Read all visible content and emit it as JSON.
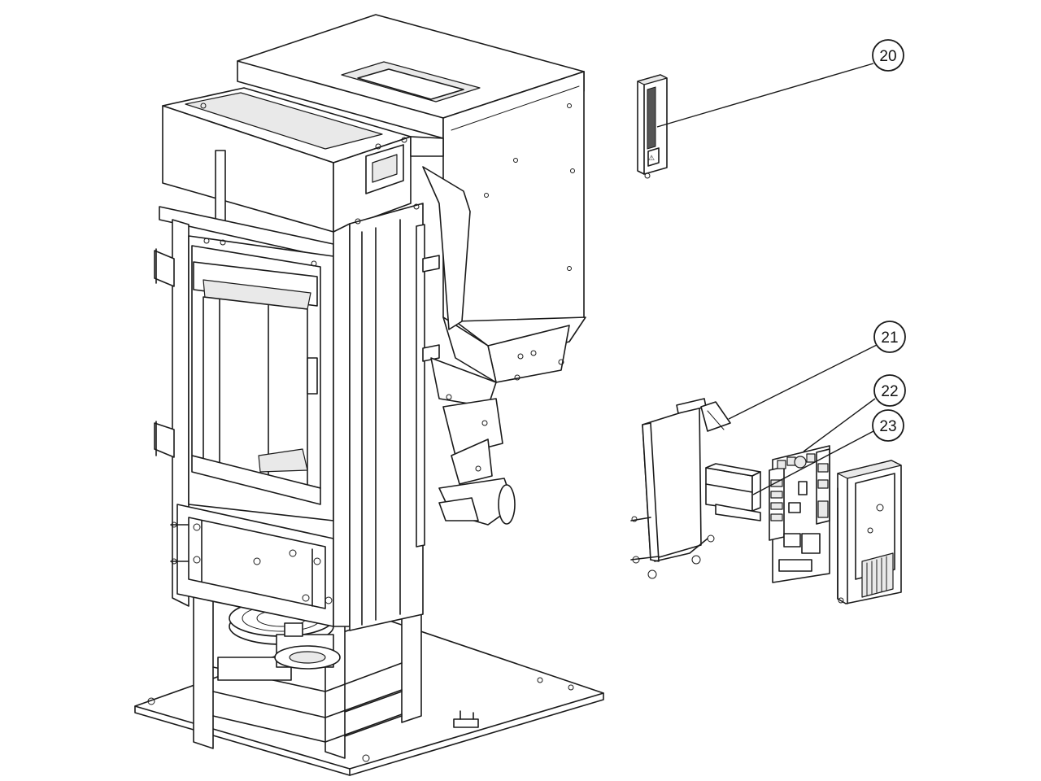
{
  "callouts": [
    {
      "id": "20",
      "label": "20"
    },
    {
      "id": "21",
      "label": "21"
    },
    {
      "id": "22",
      "label": "22"
    },
    {
      "id": "23",
      "label": "23"
    }
  ]
}
